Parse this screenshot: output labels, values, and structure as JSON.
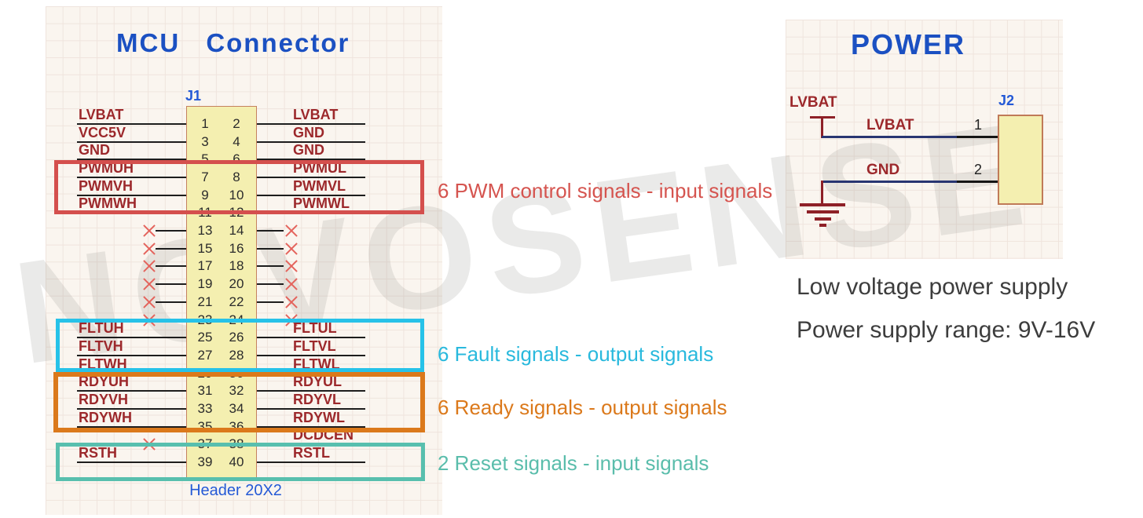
{
  "watermark": {
    "text": "NOVOSENSE"
  },
  "mcu_connector": {
    "title": "MCU Connector",
    "refdes": "J1",
    "footprint": "Header 20X2",
    "rows": [
      {
        "left_label": "LVBAT",
        "left_pin": "1",
        "right_pin": "2",
        "right_label": "LVBAT"
      },
      {
        "left_label": "VCC5V",
        "left_pin": "3",
        "right_pin": "4",
        "right_label": "GND"
      },
      {
        "left_label": "GND",
        "left_pin": "5",
        "right_pin": "6",
        "right_label": "GND"
      },
      {
        "left_label": "PWMUH",
        "left_pin": "7",
        "right_pin": "8",
        "right_label": "PWMUL"
      },
      {
        "left_label": "PWMVH",
        "left_pin": "9",
        "right_pin": "10",
        "right_label": "PWMVL"
      },
      {
        "left_label": "PWMWH",
        "left_pin": "11",
        "right_pin": "12",
        "right_label": "PWMWL"
      },
      {
        "left_label": "",
        "left_pin": "13",
        "right_pin": "14",
        "right_label": "",
        "no_connect": "both"
      },
      {
        "left_label": "",
        "left_pin": "15",
        "right_pin": "16",
        "right_label": "",
        "no_connect": "both"
      },
      {
        "left_label": "",
        "left_pin": "17",
        "right_pin": "18",
        "right_label": "",
        "no_connect": "both"
      },
      {
        "left_label": "",
        "left_pin": "19",
        "right_pin": "20",
        "right_label": "",
        "no_connect": "both"
      },
      {
        "left_label": "",
        "left_pin": "21",
        "right_pin": "22",
        "right_label": "",
        "no_connect": "both"
      },
      {
        "left_label": "",
        "left_pin": "23",
        "right_pin": "24",
        "right_label": "",
        "no_connect": "both"
      },
      {
        "left_label": "FLTUH",
        "left_pin": "25",
        "right_pin": "26",
        "right_label": "FLTUL"
      },
      {
        "left_label": "FLTVH",
        "left_pin": "27",
        "right_pin": "28",
        "right_label": "FLTVL"
      },
      {
        "left_label": "FLTWH",
        "left_pin": "29",
        "right_pin": "30",
        "right_label": "FLTWL"
      },
      {
        "left_label": "RDYUH",
        "left_pin": "31",
        "right_pin": "32",
        "right_label": "RDYUL"
      },
      {
        "left_label": "RDYVH",
        "left_pin": "33",
        "right_pin": "34",
        "right_label": "RDYVL"
      },
      {
        "left_label": "RDYWH",
        "left_pin": "35",
        "right_pin": "36",
        "right_label": "RDYWL"
      },
      {
        "left_label": "",
        "left_pin": "37",
        "right_pin": "38",
        "right_label": "DCDCEN",
        "no_connect": "left"
      },
      {
        "left_label": "RSTH",
        "left_pin": "39",
        "right_pin": "40",
        "right_label": "RSTL"
      }
    ]
  },
  "signal_groups": [
    {
      "label": "6 PWM control signals - input signals",
      "color": "#d5544f"
    },
    {
      "label": "6 Fault signals - output signals",
      "color": "#29b9dd"
    },
    {
      "label": "6 Ready signals - output signals",
      "color": "#db791b"
    },
    {
      "label": "2 Reset signals - input signals",
      "color": "#5abdab"
    }
  ],
  "power": {
    "title": "POWER",
    "refdes": "J2",
    "power_port": "LVBAT",
    "pins": [
      {
        "net": "LVBAT",
        "number": "1"
      },
      {
        "net": "GND",
        "number": "2"
      }
    ],
    "notes": [
      "Low voltage power supply",
      "Power supply range: 9V-16V"
    ]
  },
  "colors": {
    "title_blue": "#1b50c2",
    "net_label_maroon": "#9c282b",
    "pwm_box": "#d44f4d",
    "fault_box": "#27c2e8",
    "ready_box": "#db791b",
    "reset_box": "#58bfae",
    "connector_fill": "#f4efb0",
    "power_symbol_red": "#8e2027",
    "power_wire_navy": "#283571"
  }
}
